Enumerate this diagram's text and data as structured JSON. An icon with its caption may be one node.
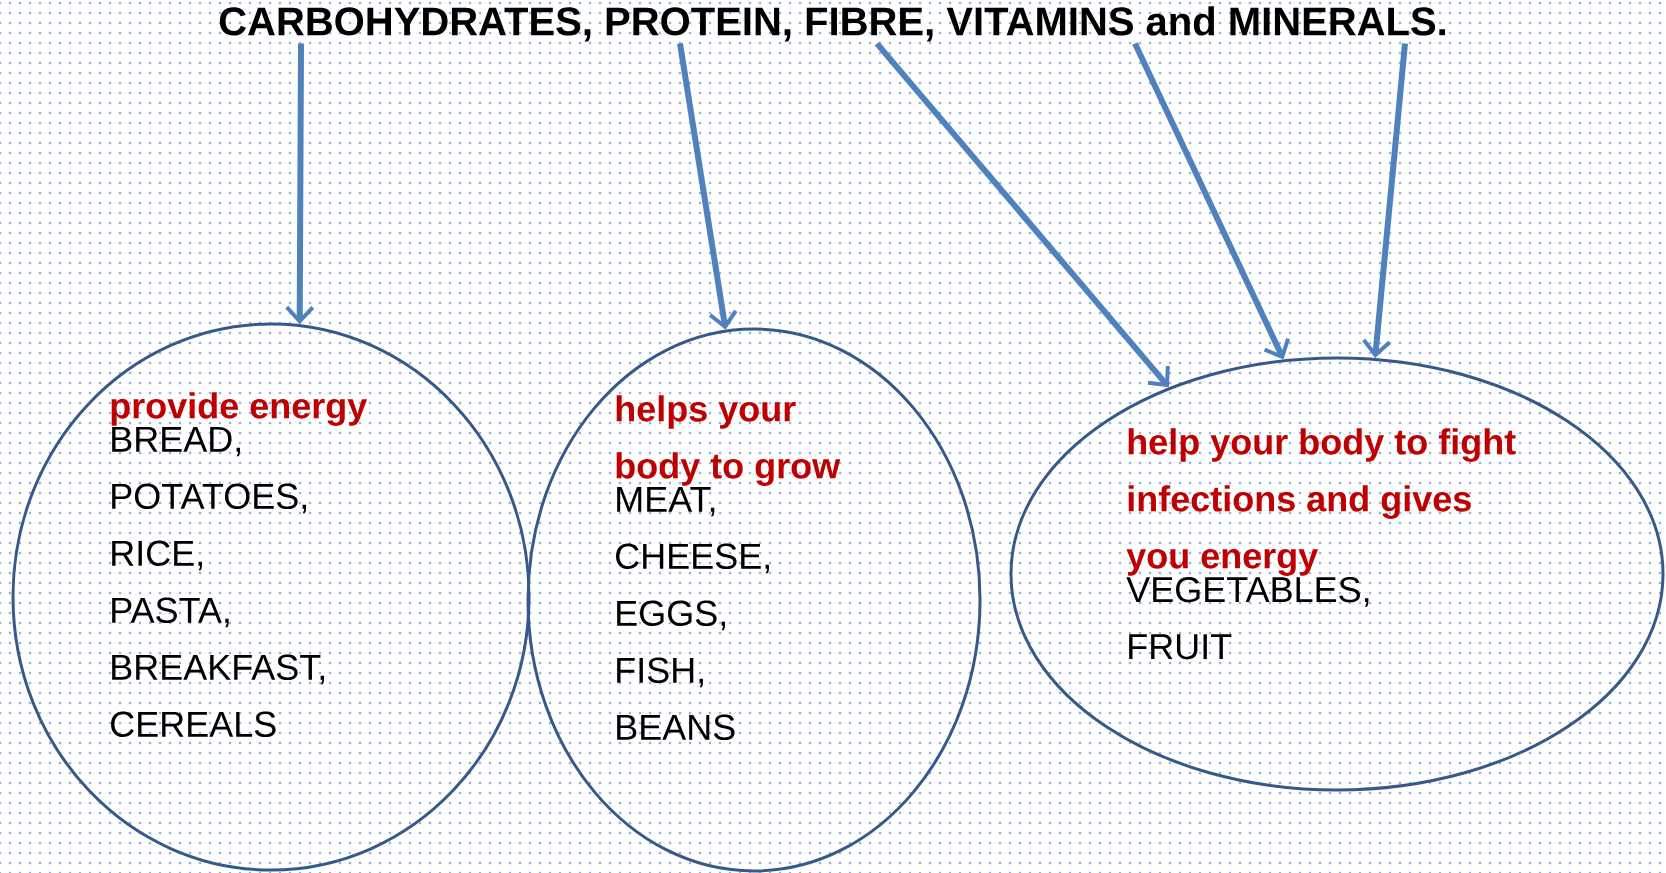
{
  "diagram": {
    "nodes": [
      {
        "text": [
          "CARBOHYDRATES, PROTEIN, FIBRE, VITAMINS and MINERALS."
        ]
      },
      {
        "text": [
          "provide energy",
          "BREAD,",
          "POTATOES,",
          "RICE,",
          "PASTA,",
          "BREAKFAST,",
          "CEREALS"
        ]
      },
      {
        "text": [
          "helps your body to grow",
          "MEAT,",
          "CHEESE,",
          "EGGS,",
          "FISH,",
          "BEANS"
        ]
      },
      {
        "text": [
          "help your body to fight infections and gives you energy",
          "VEGETABLES,",
          "FRUIT"
        ]
      }
    ],
    "edges": [
      {
        "from": 0,
        "to": 1,
        "arrow": "to"
      },
      {
        "from": 0,
        "to": 2,
        "arrow": "to"
      },
      {
        "from": 0,
        "to": 3,
        "arrow": "to"
      },
      {
        "from": 0,
        "to": 3,
        "arrow": "to"
      },
      {
        "from": 0,
        "to": 3,
        "arrow": "to"
      }
    ]
  }
}
